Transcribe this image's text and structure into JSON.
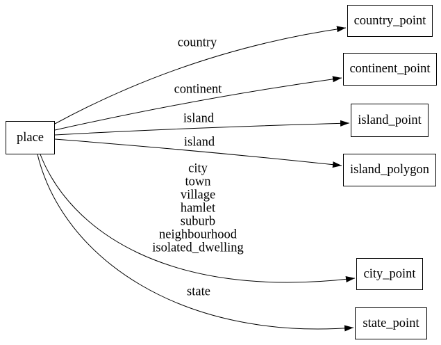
{
  "diagram": {
    "type": "directed-graph",
    "colors": {
      "background": "#ffffff",
      "node_fill": "#ffffff",
      "node_border": "#000000",
      "edge_stroke": "#000000",
      "text": "#000000"
    },
    "nodes": [
      {
        "id": "place",
        "label": "place"
      },
      {
        "id": "country_point",
        "label": "country_point"
      },
      {
        "id": "continent_point",
        "label": "continent_point"
      },
      {
        "id": "island_point",
        "label": "island_point"
      },
      {
        "id": "island_polygon",
        "label": "island_polygon"
      },
      {
        "id": "city_point",
        "label": "city_point"
      },
      {
        "id": "state_point",
        "label": "state_point"
      }
    ],
    "edges": [
      {
        "from": "place",
        "to": "country_point",
        "label": "country"
      },
      {
        "from": "place",
        "to": "continent_point",
        "label": "continent"
      },
      {
        "from": "place",
        "to": "island_point",
        "label": "island"
      },
      {
        "from": "place",
        "to": "island_polygon",
        "label": "island"
      },
      {
        "from": "place",
        "to": "city_point",
        "label": "city\ntown\nvillage\nhamlet\nsuburb\nneighbourhood\nisolated_dwelling"
      },
      {
        "from": "place",
        "to": "state_point",
        "label": "state"
      }
    ]
  }
}
